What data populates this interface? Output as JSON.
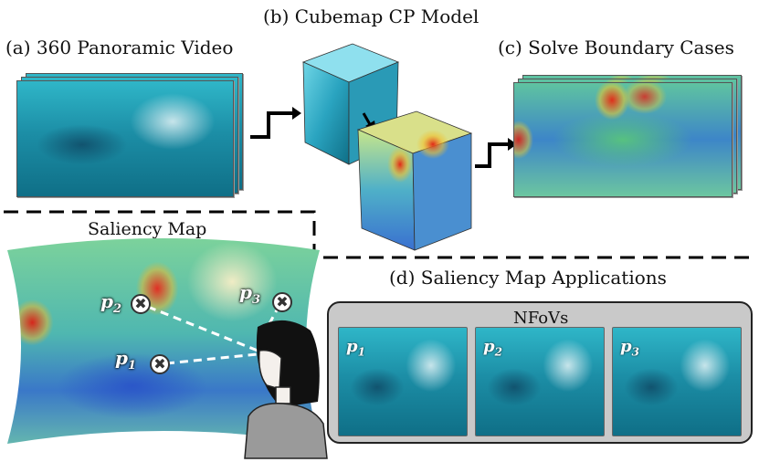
{
  "labels": {
    "a": "(a) 360 Panoramic Video",
    "b": "(b) Cubemap CP Model",
    "c": "(c) Solve Boundary Cases",
    "d": "(d) Saliency Map Applications",
    "saliency_map": "Saliency Map",
    "nfovs": "NFoVs"
  },
  "points": [
    {
      "id": "p1",
      "label": "p",
      "sub": "1"
    },
    {
      "id": "p2",
      "label": "p",
      "sub": "2"
    },
    {
      "id": "p3",
      "label": "p",
      "sub": "3"
    }
  ],
  "point_glyph": "✖",
  "nfovs": [
    {
      "label": "p",
      "sub": "1"
    },
    {
      "label": "p",
      "sub": "2"
    },
    {
      "label": "p",
      "sub": "3"
    }
  ],
  "colors": {
    "ink": "#111111",
    "panel": "#c9c9c9",
    "ocean": "#1c8ea6",
    "hot": "#e02818"
  }
}
